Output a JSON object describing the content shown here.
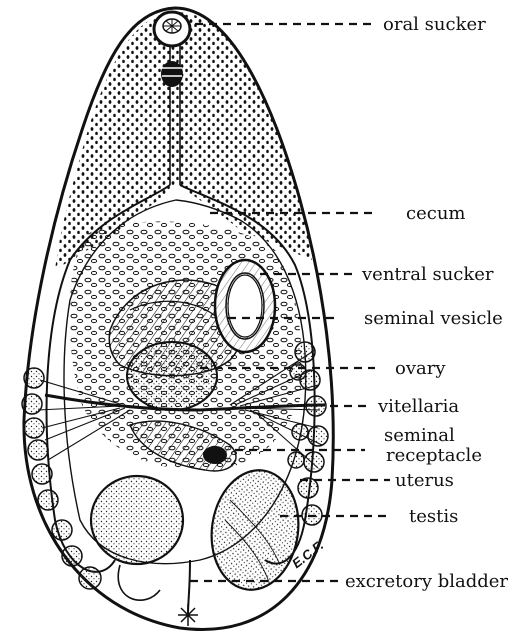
{
  "labels": {
    "oral_sucker": "oral sucker",
    "cecum": "cecum",
    "ventral_sucker": "ventral sucker",
    "seminal_vesicle": "seminal vesicle",
    "ovary": "ovary",
    "vitellaria": "vitellaria",
    "seminal_receptacle_1": "seminal",
    "seminal_receptacle_2": "receptacle",
    "uterus": "uterus",
    "testis": "testis",
    "excretory_bladder": "excretory bladder"
  },
  "signature": "E.C.F."
}
